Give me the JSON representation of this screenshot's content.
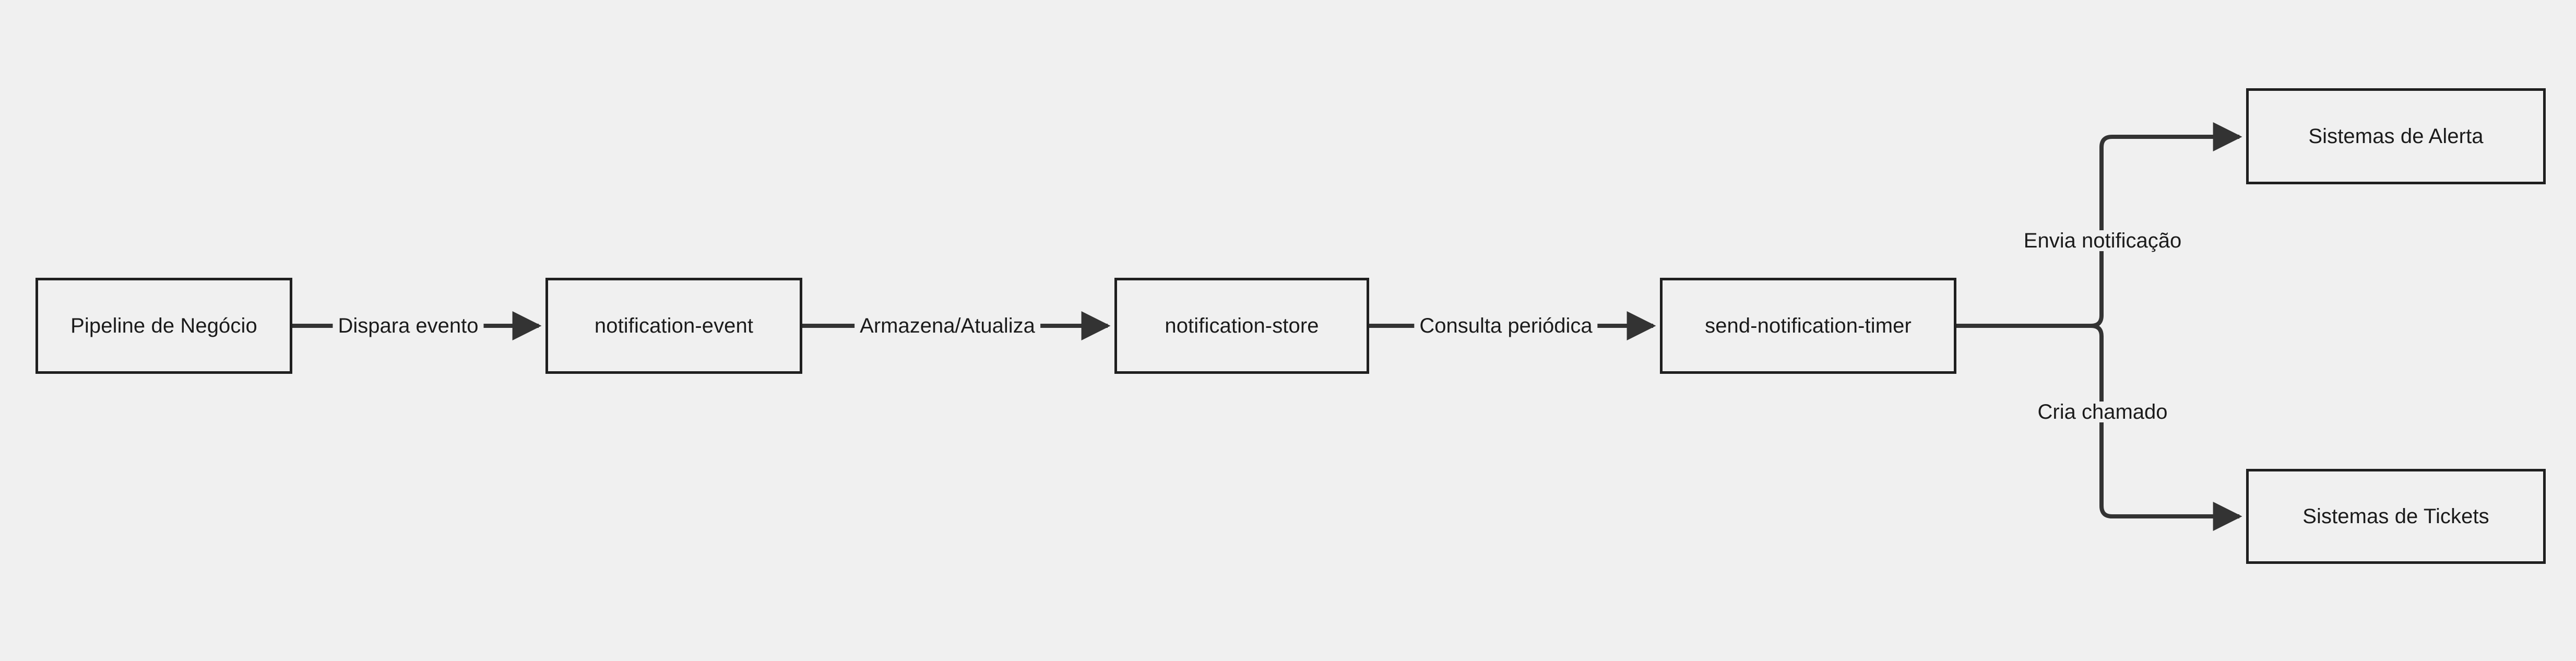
{
  "diagram": {
    "type": "flowchart",
    "direction": "left-to-right",
    "background_color": "#f0f0f0",
    "node_border_color": "#1f1f1f",
    "node_fill_color": "#f0f0f0",
    "text_color": "#1b1b1b",
    "edge_color": "#333333",
    "nodes": [
      {
        "id": "pipeline",
        "label": "Pipeline de Negócio"
      },
      {
        "id": "notification-event",
        "label": "notification-event"
      },
      {
        "id": "notification-store",
        "label": "notification-store"
      },
      {
        "id": "send-notification-timer",
        "label": "send-notification-timer"
      },
      {
        "id": "sistemas-alerta",
        "label": "Sistemas de Alerta"
      },
      {
        "id": "sistemas-tickets",
        "label": "Sistemas de Tickets"
      }
    ],
    "edges": [
      {
        "from": "pipeline",
        "to": "notification-event",
        "label": "Dispara evento"
      },
      {
        "from": "notification-event",
        "to": "notification-store",
        "label": "Armazena/Atualiza"
      },
      {
        "from": "notification-store",
        "to": "send-notification-timer",
        "label": "Consulta periódica"
      },
      {
        "from": "send-notification-timer",
        "to": "sistemas-alerta",
        "label": "Envia notificação"
      },
      {
        "from": "send-notification-timer",
        "to": "sistemas-tickets",
        "label": "Cria chamado"
      }
    ]
  }
}
